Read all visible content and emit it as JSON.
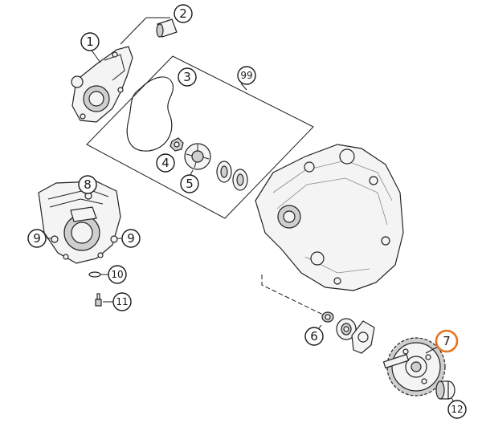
{
  "diagram": {
    "accent_color": "#e8741e",
    "highlighted_callout": "7",
    "callouts": [
      {
        "id": "1",
        "label": "1"
      },
      {
        "id": "2",
        "label": "2"
      },
      {
        "id": "3",
        "label": "3"
      },
      {
        "id": "4",
        "label": "4"
      },
      {
        "id": "5",
        "label": "5"
      },
      {
        "id": "6",
        "label": "6"
      },
      {
        "id": "7",
        "label": "7"
      },
      {
        "id": "8",
        "label": "8"
      },
      {
        "id": "9a",
        "label": "9"
      },
      {
        "id": "9b",
        "label": "9"
      },
      {
        "id": "10",
        "label": "10"
      },
      {
        "id": "11",
        "label": "11"
      },
      {
        "id": "12",
        "label": "12"
      },
      {
        "id": "99",
        "label": "99"
      }
    ]
  }
}
